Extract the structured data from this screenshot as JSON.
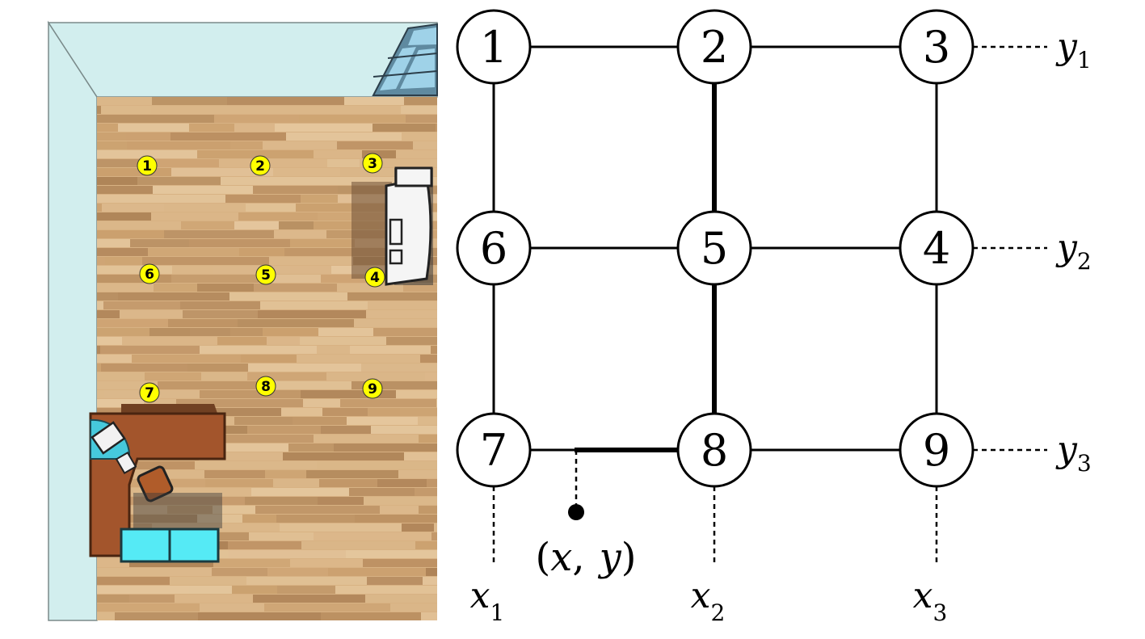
{
  "floorplan": {
    "colors": {
      "wall": "#d2eeee",
      "wall_edge": "#7a8a8a",
      "floor_light": "#dcb98c",
      "floor_mid": "#c99e6c",
      "floor_dark": "#a97e52",
      "marker": "#ffff00",
      "desk": "#a3552c",
      "seat": "#55eaf5",
      "sofa": "#f4f4f4"
    },
    "markers": [
      "1",
      "2",
      "3",
      "4",
      "5",
      "6",
      "7",
      "8",
      "9"
    ]
  },
  "graph": {
    "nodes": [
      "1",
      "2",
      "3",
      "4",
      "5",
      "6",
      "7",
      "8",
      "9"
    ],
    "edges": [
      {
        "from": "1",
        "to": "2",
        "bold": false
      },
      {
        "from": "2",
        "to": "3",
        "bold": false
      },
      {
        "from": "6",
        "to": "5",
        "bold": false
      },
      {
        "from": "5",
        "to": "4",
        "bold": false
      },
      {
        "from": "7",
        "to": "8",
        "bold": false
      },
      {
        "from": "8",
        "to": "9",
        "bold": false
      },
      {
        "from": "1",
        "to": "6",
        "bold": false
      },
      {
        "from": "6",
        "to": "7",
        "bold": false
      },
      {
        "from": "2",
        "to": "5",
        "bold": true
      },
      {
        "from": "5",
        "to": "8",
        "bold": true
      },
      {
        "from": "3",
        "to": "4",
        "bold": false
      },
      {
        "from": "4",
        "to": "9",
        "bold": false
      }
    ],
    "x_labels": [
      {
        "base": "x",
        "sub": "1"
      },
      {
        "base": "x",
        "sub": "2"
      },
      {
        "base": "x",
        "sub": "3"
      }
    ],
    "y_labels": [
      {
        "base": "y",
        "sub": "1"
      },
      {
        "base": "y",
        "sub": "2"
      },
      {
        "base": "y",
        "sub": "3"
      }
    ],
    "point_label": "(x,  y)",
    "point_label_parts": {
      "open": "(",
      "x": "x",
      "comma": ",",
      "y": "y",
      "close": ")"
    }
  }
}
